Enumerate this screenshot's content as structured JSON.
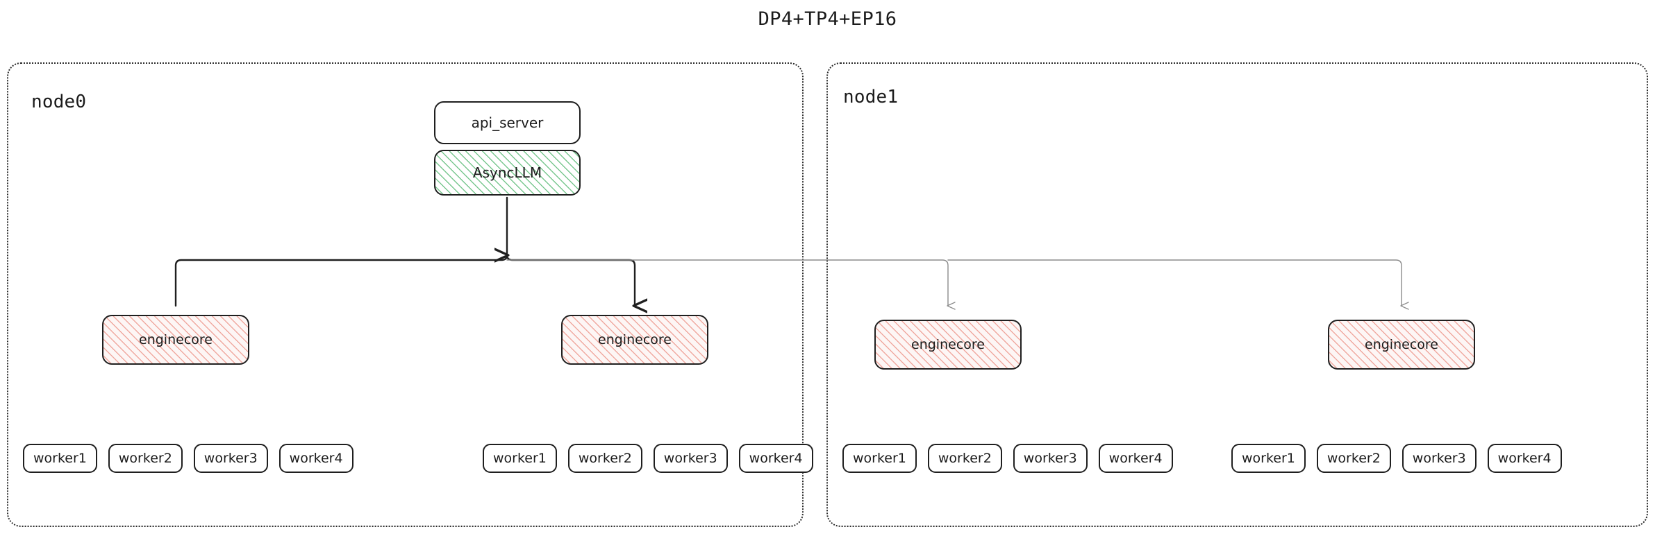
{
  "title": "DP4+TP4+EP16",
  "colors": {
    "stroke_dark": "#1f1f1f",
    "stroke_light": "#8c8c8c",
    "hatch_green": "#79c78f",
    "hatch_pink": "#f0a9a0",
    "engine_fill": "#fdf6f5",
    "node_border": "#2b2b2b",
    "background": "#ffffff",
    "text": "#1b1b1b"
  },
  "nodes": [
    {
      "id": "node0",
      "label": "node0",
      "stack": {
        "api_server": "api_server",
        "async_llm": "AsyncLLM"
      },
      "enginecores": [
        {
          "label": "enginecore",
          "arrow": "dark"
        },
        {
          "label": "enginecore",
          "arrow": "dark"
        }
      ],
      "worker_groups": [
        {
          "workers": [
            "worker1",
            "worker2",
            "worker3",
            "worker4"
          ]
        },
        {
          "workers": [
            "worker1",
            "worker2",
            "worker3",
            "worker4"
          ]
        }
      ]
    },
    {
      "id": "node1",
      "label": "node1",
      "enginecores": [
        {
          "label": "enginecore",
          "arrow": "light"
        },
        {
          "label": "enginecore",
          "arrow": "light"
        }
      ],
      "worker_groups": [
        {
          "workers": [
            "worker1",
            "worker2",
            "worker3",
            "worker4"
          ]
        },
        {
          "workers": [
            "worker1",
            "worker2",
            "worker3",
            "worker4"
          ]
        }
      ]
    }
  ]
}
